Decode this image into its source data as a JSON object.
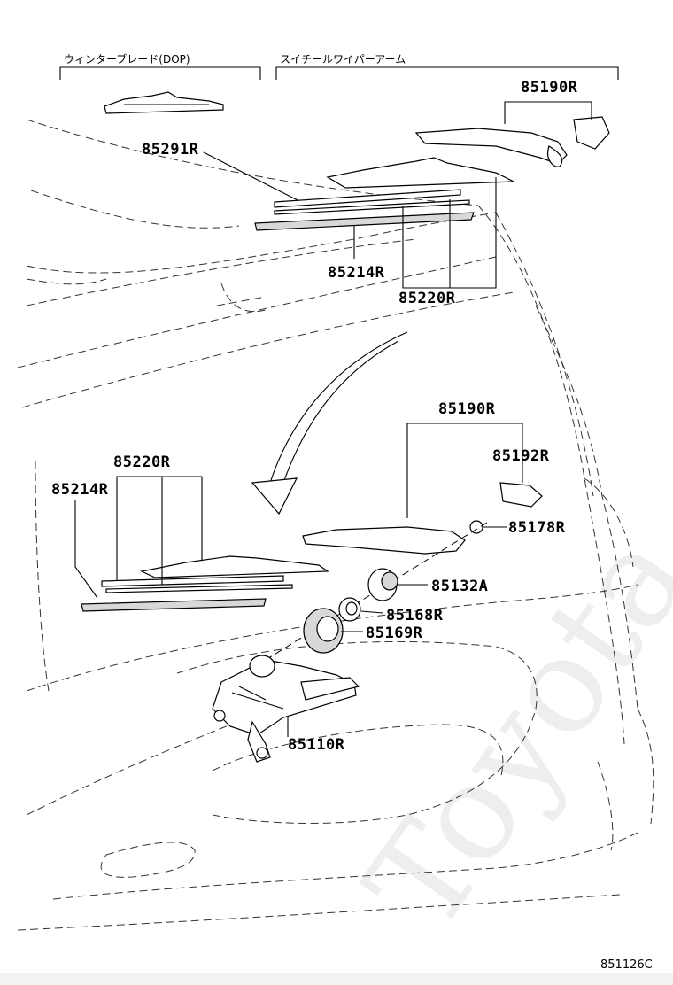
{
  "headers": {
    "winter_blade": "ウィンターブレード(DOP)",
    "steel_wiper_arm": "スイチールワイパーアーム"
  },
  "watermark": "Toyota",
  "parts": {
    "p85291R": "85291R",
    "p85190R_top": "85190R",
    "p85214R_top": "85214R",
    "p85220R_top": "85220R",
    "p85190R_bottom": "85190R",
    "p85192R": "85192R",
    "p85220R_bottom": "85220R",
    "p85214R_bottom": "85214R",
    "p85178R": "85178R",
    "p85132A": "85132A",
    "p85168R": "85168R",
    "p85169R": "85169R",
    "p85110R": "85110R"
  },
  "diagram_code": "851126C"
}
